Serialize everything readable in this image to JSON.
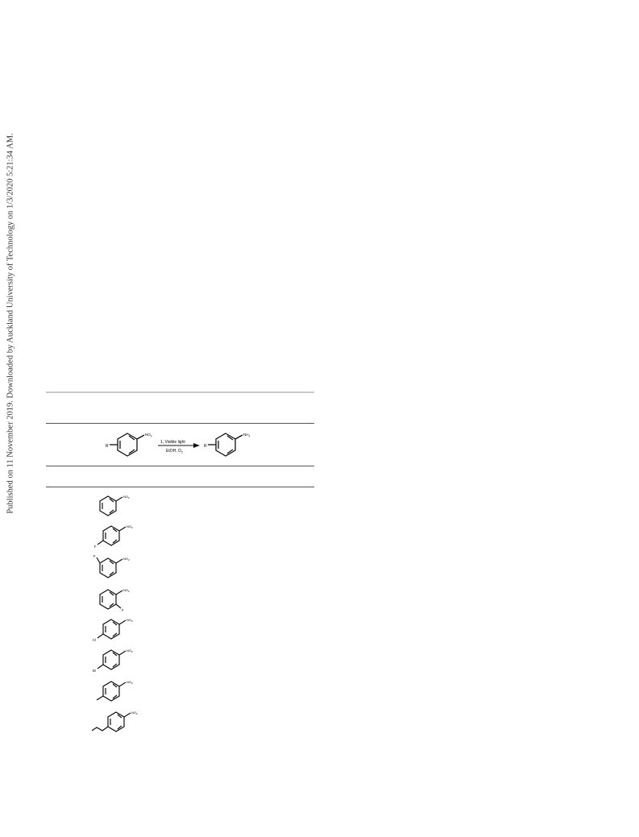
{
  "watermark": {
    "text": "Published on 11 November 2019. Downloaded by Auckland University of Technology on 1/3/2020 5:21:34 AM."
  },
  "scheme": {
    "reactant_group": "NO",
    "reactant_group_sub": "2",
    "r_label": "R",
    "conditions_top": "1, Visible light",
    "conditions_bottom": "EtOH, O",
    "conditions_bottom_sub": "2",
    "product_group": "NH",
    "product_group_sub": "2"
  },
  "substrates": [
    {
      "group": "NO",
      "sub": "2",
      "substituent": ""
    },
    {
      "group": "NO",
      "sub": "2",
      "substituent": "F"
    },
    {
      "group": "NO",
      "sub": "2",
      "substituent": "F"
    },
    {
      "group": "NO",
      "sub": "2",
      "substituent": "F"
    },
    {
      "group": "NO",
      "sub": "2",
      "substituent": "Cl"
    },
    {
      "group": "NO",
      "sub": "2",
      "substituent": "Br"
    },
    {
      "group": "NO",
      "sub": "2",
      "substituent": ""
    },
    {
      "group": "NO",
      "sub": "2",
      "substituent": ""
    }
  ]
}
